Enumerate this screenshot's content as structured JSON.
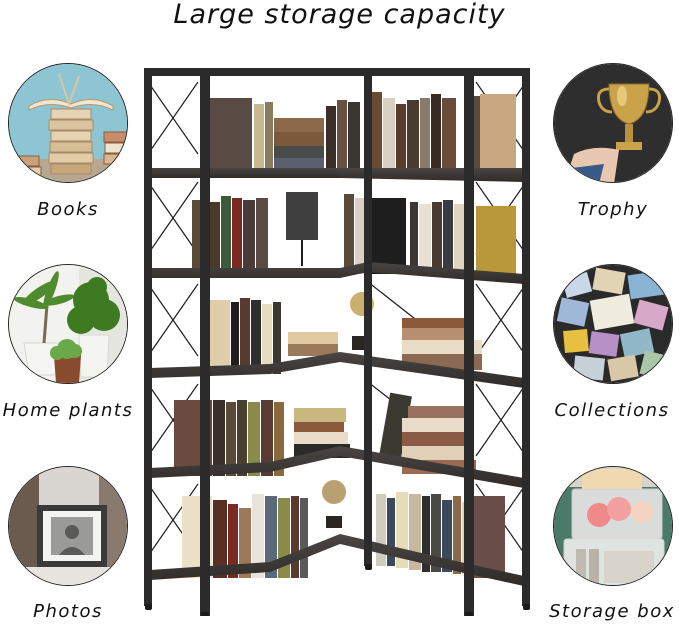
{
  "title": "Large storage capacity",
  "features": {
    "left": [
      {
        "label": "Books",
        "icon": "books-photo"
      },
      {
        "label": "Home plants",
        "icon": "plants-photo"
      },
      {
        "label": "Photos",
        "icon": "photo-frame-photo"
      }
    ],
    "right": [
      {
        "label": "Trophy",
        "icon": "trophy-photo"
      },
      {
        "label": "Collections",
        "icon": "stamps-photo"
      },
      {
        "label": "Storage box",
        "icon": "storage-box-photo"
      }
    ]
  },
  "product": {
    "type": "5-tier L-shaped corner bookshelf",
    "tiers": 5,
    "frame_color": "#2b2b2b",
    "shelf_color": "#3a3634"
  }
}
